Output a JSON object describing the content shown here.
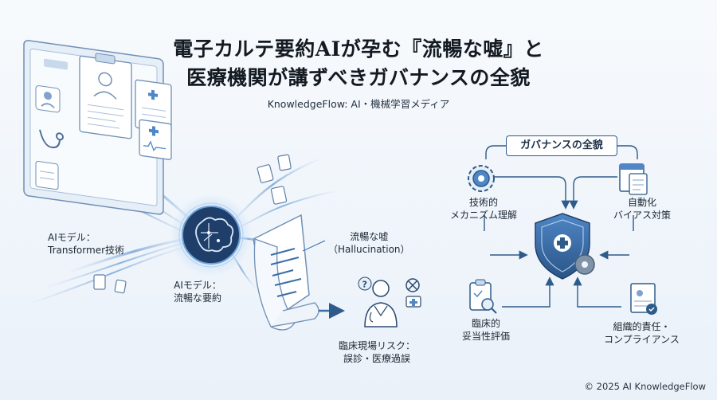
{
  "title": {
    "line1": "電子カルテ要約AIが孕む『流暢な嘘』と",
    "line2": "医療機関が講ずべきガバナンスの全貌"
  },
  "subtitle": "KnowledgeFlow: AI・機械学習メディア",
  "left_labels": {
    "model_tech": [
      "AIモデル：",
      "Transformer技術"
    ],
    "model_summary": [
      "AIモデル：",
      "流暢な要約"
    ],
    "hallucination": [
      "流暢な嘘",
      "（Hallucination）"
    ],
    "clinical_risk": [
      "臨床現場リスク：",
      "誤診・医療過誤"
    ]
  },
  "governance": {
    "header": "ガバナンスの全貌",
    "items": [
      {
        "lines": [
          "技術的",
          "メカニズム理解"
        ],
        "icon": "gear-icon"
      },
      {
        "lines": [
          "自動化",
          "バイアス対策"
        ],
        "icon": "automation-document-icon"
      },
      {
        "lines": [
          "臨床的",
          "妥当性評価"
        ],
        "icon": "clipboard-magnifier-icon"
      },
      {
        "lines": [
          "組織的責任・",
          "コンプライアンス"
        ],
        "icon": "certificate-icon"
      }
    ],
    "center_icon": "shield-gear-icon"
  },
  "copyright": "© 2025 AI KnowledgeFlow",
  "colors": {
    "primary": "#2e5b8a",
    "accent": "#4f86c6",
    "stream": "#8ab3e0",
    "background": "#eef4fa"
  }
}
